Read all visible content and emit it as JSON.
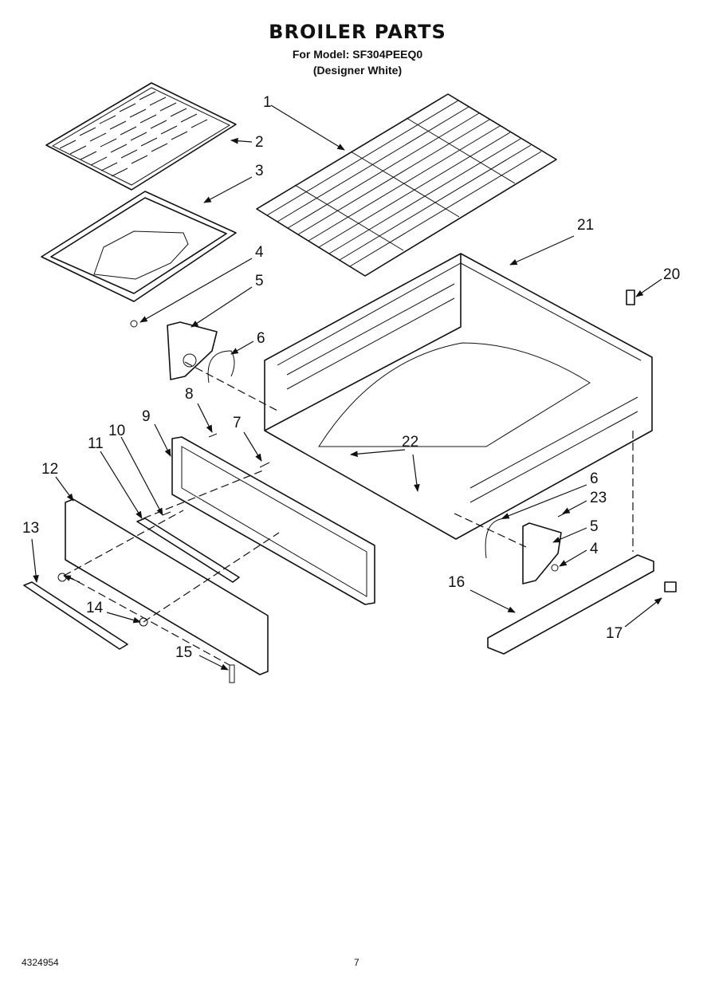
{
  "header": {
    "title": "BROILER PARTS",
    "model_line": "For Model: SF304PEEQ0",
    "color_line": "(Designer White)"
  },
  "callouts": [
    "1",
    "2",
    "3",
    "4",
    "5",
    "6",
    "7",
    "8",
    "9",
    "10",
    "11",
    "12",
    "13",
    "14",
    "15",
    "16",
    "17",
    "20",
    "21",
    "22",
    "23",
    "6",
    "5",
    "4"
  ],
  "footer": {
    "doc_number": "4324954",
    "page_number": "7"
  }
}
